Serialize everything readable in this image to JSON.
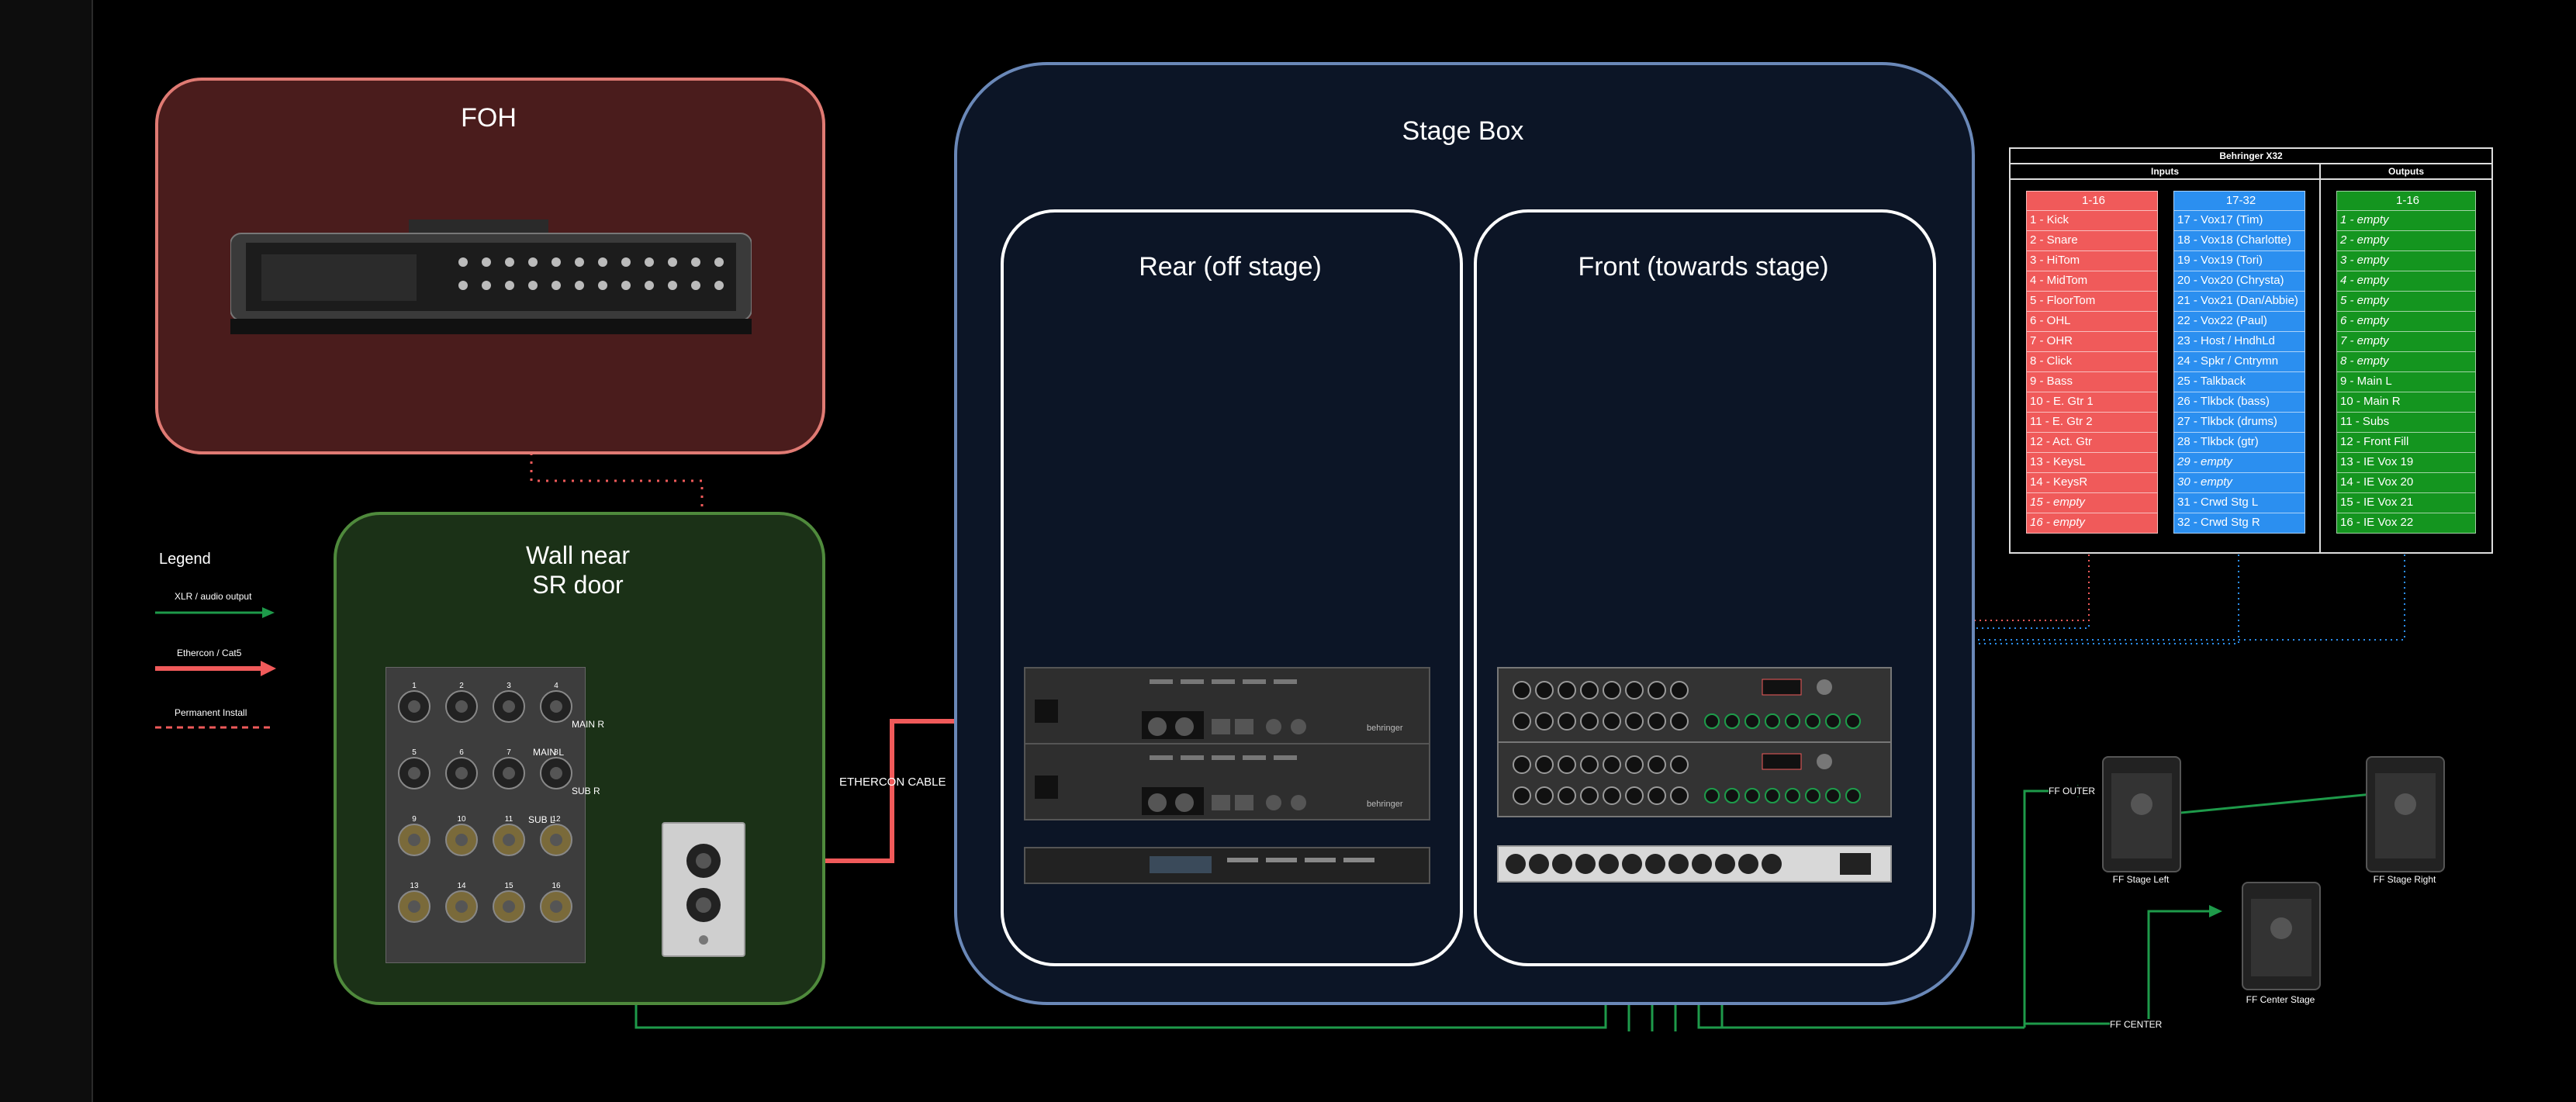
{
  "colors": {
    "foh_fill": "#4a1c1c",
    "foh_border": "#e07a73",
    "wall_fill": "#1b3117",
    "wall_border": "#4f8a3c",
    "stage_fill": "#0c1526",
    "stage_border": "#6a88b8",
    "inputs_a": "#f05a5a",
    "inputs_b": "#2b8ff0",
    "outputs": "#14951f",
    "xlr_line": "#1e9a4a",
    "ethercon_line": "#f05a5a"
  },
  "groups": {
    "foh": "FOH",
    "wall": "Wall near\nSR door",
    "stagebox": "Stage Box",
    "rear": "Rear (off stage)",
    "front": "Front (towards stage)"
  },
  "legend": {
    "title": "Legend",
    "xlr": "XLR / audio output",
    "ethercon": "Ethercon / Cat5",
    "permanent": "Permanent Install"
  },
  "connections": {
    "ethercon_cable": "ETHERCON CABLE",
    "main_r": "MAIN R",
    "main_l": "MAIN L",
    "sub_r": "SUB R",
    "sub_l": "SUB L",
    "ff_outer": "FF OUTER",
    "ff_center": "FF CENTER"
  },
  "panel_numbers": [
    "1",
    "2",
    "3",
    "4",
    "5",
    "6",
    "7",
    "8",
    "9",
    "10",
    "11",
    "12",
    "13",
    "14",
    "15",
    "16"
  ],
  "speakers": {
    "left": "FF Stage Left",
    "right": "FF Stage Right",
    "center": "FF Center Stage"
  },
  "x32": {
    "title": "Behringer X32",
    "inputs_header": "Inputs",
    "outputs_header": "Outputs",
    "col1_header": "1-16",
    "col2_header": "17-32",
    "col3_header": "1-16",
    "inputs_1_16": [
      "1 - Kick",
      "2 - Snare",
      "3 - HiTom",
      "4 - MidTom",
      "5 - FloorTom",
      "6 - OHL",
      "7 - OHR",
      "8 - Click",
      "9 - Bass",
      "10 - E. Gtr 1",
      "11 - E. Gtr 2",
      "12 - Act. Gtr",
      "13 - KeysL",
      "14 - KeysR",
      "15 - empty",
      "16 - empty"
    ],
    "inputs_17_32": [
      "17 - Vox17 (Tim)",
      "18 - Vox18 (Charlotte)",
      "19 - Vox19 (Tori)",
      "20 - Vox20 (Chrysta)",
      "21 - Vox21 (Dan/Abbie)",
      "22 - Vox22 (Paul)",
      "23 - Host / HndhLd",
      "24 - Spkr / Cntrymn",
      "25 - Talkback",
      "26 - Tlkbck (bass)",
      "27 - Tlkbck (drums)",
      "28 - Tlkbck (gtr)",
      "29 - empty",
      "30 - empty",
      "31 - Crwd Stg L",
      "32 - Crwd Stg R"
    ],
    "outputs_1_16": [
      "1 - empty",
      "2 - empty",
      "3 - empty",
      "4 - empty",
      "5 - empty",
      "6 - empty",
      "7 - empty",
      "8 - empty",
      "9 - Main L",
      "10 - Main R",
      "11 - Subs",
      "12 - Front Fill",
      "13 - IE Vox 19",
      "14 - IE Vox 20",
      "15 - IE Vox 21",
      "16 - IE Vox 22"
    ]
  }
}
